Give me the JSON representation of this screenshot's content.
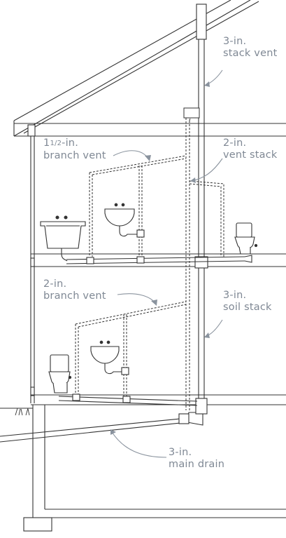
{
  "labels": {
    "stack_vent": {
      "line1": "3-in.",
      "line2": "stack vent"
    },
    "branch_vent_upper": {
      "line1_whole": "1",
      "line1_fraction": "1/2",
      "line1_rest": "-in.",
      "line2": "branch vent"
    },
    "vent_stack": {
      "line1": "2-in.",
      "line2": "vent stack"
    },
    "branch_vent_lower": {
      "line1": "2-in.",
      "line2": "branch vent"
    },
    "soil_stack": {
      "line1": "3-in.",
      "line2": "soil stack"
    },
    "main_drain": {
      "line1": "3-in.",
      "line2": "main drain"
    }
  },
  "colors": {
    "line": "#333333",
    "callout_text": "#7f8894",
    "callout_leader": "#8a939e"
  }
}
